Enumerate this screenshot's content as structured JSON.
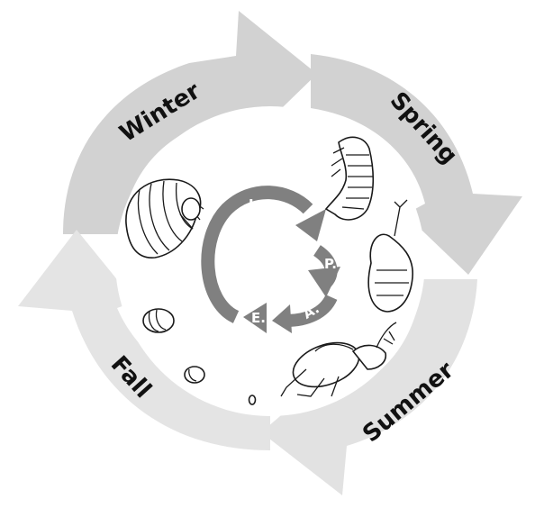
{
  "seasons": {
    "winter": "Winter",
    "spring": "Spring",
    "summer": "Summer",
    "fall": "Fall"
  },
  "stages": {
    "larva": "L.",
    "pupa": "P.",
    "adult": "A.",
    "egg": "E."
  },
  "colors": {
    "season_ring": "#d2d2d2",
    "season_ring_light": "#e4e4e4",
    "stage_cycle": "#808080",
    "label_text": "#111111"
  }
}
